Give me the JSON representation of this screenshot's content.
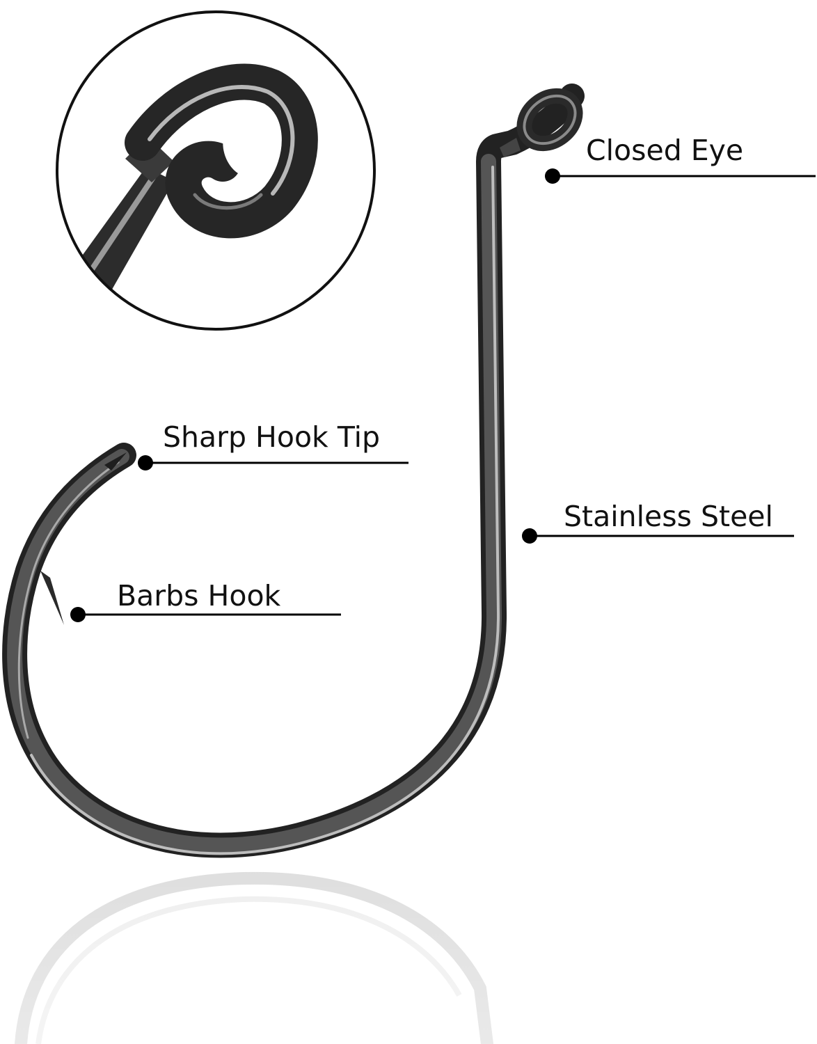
{
  "colors": {
    "background": "#ffffff",
    "hook_dark": "#2b2b2b",
    "hook_mid": "#6a6a6a",
    "hook_highlight": "#d4d4d4",
    "callout": "#000000",
    "reflection": "#e6e6e6"
  },
  "callouts": [
    {
      "id": "closed-eye",
      "text": "Closed Eye"
    },
    {
      "id": "sharp-hook-tip",
      "text": "Sharp Hook Tip"
    },
    {
      "id": "stainless-steel",
      "text": "Stainless Steel"
    },
    {
      "id": "barbs-hook",
      "text": "Barbs Hook"
    }
  ],
  "inset": {
    "subject": "closed-eye-detail"
  }
}
